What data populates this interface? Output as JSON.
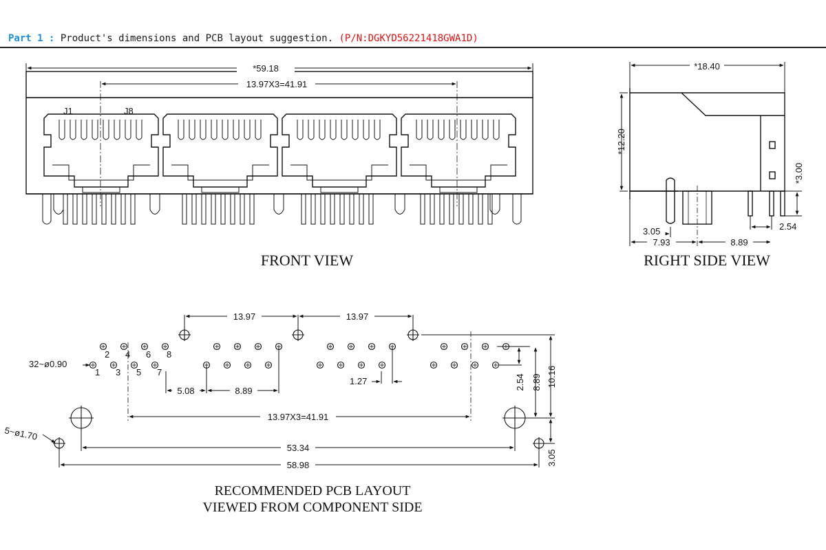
{
  "header": {
    "part_label": "Part 1 :",
    "description": "Product's dimensions and PCB layout suggestion.",
    "part_number": "(P/N:DGKYD56221418GWA1D)"
  },
  "colors": {
    "part_label": "#1f8fd8",
    "part_number": "#e01010",
    "line": "#111111"
  },
  "front_view": {
    "caption": "FRONT VIEW",
    "overall_width": "*59.18",
    "pitch_dim": "13.97X3=41.91",
    "pin_first": "J1",
    "pin_last": "J8"
  },
  "right_view": {
    "caption": "RIGHT SIDE VIEW",
    "depth": "*18.40",
    "height": "*12.20",
    "pin_len": "*3.00",
    "d1": "3.05",
    "d2": "7.93",
    "d3": "8.89",
    "d4": "2.54"
  },
  "pcb_layout": {
    "caption_line1": "RECOMMENDED PCB LAYOUT",
    "caption_line2": "VIEWED FROM COMPONENT SIDE",
    "hole_small": "32~ø0.90",
    "hole_large": "5~ø1.70",
    "pitch_a": "13.97",
    "pitch_b": "13.97",
    "d_508": "5.08",
    "d_889": "8.89",
    "d_127": "1.27",
    "pitch_total": "13.97X3=41.91",
    "d_5334": "53.34",
    "d_5898": "58.98",
    "v_254": "2.54",
    "v_889": "8.89",
    "v_1016": "10.16",
    "v_305": "3.05",
    "pin_numbers": [
      "1",
      "2",
      "3",
      "4",
      "5",
      "6",
      "7",
      "8"
    ]
  }
}
